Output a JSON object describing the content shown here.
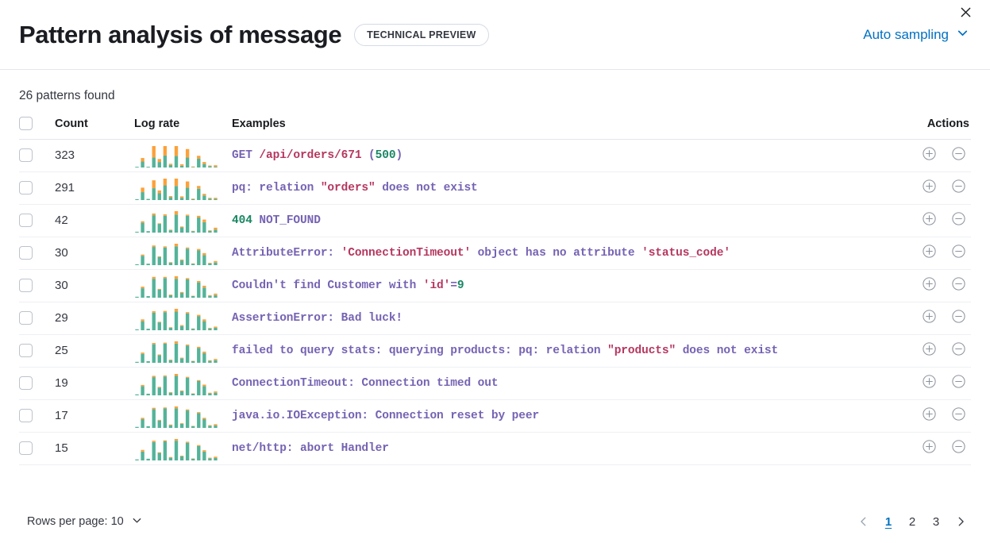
{
  "header": {
    "title": "Pattern analysis of message",
    "badge": "TECHNICAL PREVIEW",
    "sampling_label": "Auto sampling",
    "chevron_icon": "chevron-down-icon",
    "close_icon": "close-icon"
  },
  "summary": {
    "patterns_found": "26 patterns found"
  },
  "table": {
    "columns": {
      "select_all": "",
      "count": "Count",
      "log_rate": "Log rate",
      "examples": "Examples",
      "actions": "Actions"
    },
    "rows": [
      {
        "count": "323",
        "example_plain": "GET /api/orders/671 (500)",
        "tokens": [
          {
            "t": "GET ",
            "c": "p"
          },
          {
            "t": "/api/orders/671",
            "c": "r"
          },
          {
            "t": " (",
            "c": "p"
          },
          {
            "t": "500",
            "c": "g"
          },
          {
            "t": ")",
            "c": "p"
          }
        ],
        "spark": {
          "base": [
            3,
            24,
            3,
            40,
            22,
            48,
            10,
            46,
            7,
            40,
            2,
            35,
            14,
            5,
            3
          ],
          "top": [
            0,
            14,
            0,
            46,
            12,
            38,
            5,
            40,
            6,
            34,
            2,
            12,
            8,
            3,
            6
          ]
        }
      },
      {
        "count": "291",
        "example_plain": "pq: relation \"orders\" does not exist",
        "tokens": [
          {
            "t": "pq: relation ",
            "c": "p"
          },
          {
            "t": "\"orders\"",
            "c": "r"
          },
          {
            "t": " does not exist",
            "c": "p"
          }
        ],
        "spark": {
          "base": [
            3,
            28,
            4,
            42,
            24,
            52,
            10,
            50,
            8,
            44,
            3,
            40,
            16,
            5,
            4
          ],
          "top": [
            0,
            16,
            0,
            28,
            10,
            24,
            4,
            26,
            5,
            22,
            2,
            10,
            6,
            3,
            4
          ]
        }
      },
      {
        "count": "42",
        "example_plain": "404 NOT_FOUND",
        "tokens": [
          {
            "t": "404",
            "c": "g"
          },
          {
            "t": " NOT_FOUND",
            "c": "p"
          }
        ],
        "spark": {
          "base": [
            3,
            34,
            5,
            60,
            30,
            58,
            8,
            62,
            18,
            58,
            5,
            52,
            36,
            6,
            10
          ],
          "top": [
            0,
            5,
            0,
            6,
            2,
            5,
            2,
            12,
            3,
            4,
            1,
            6,
            9,
            2,
            7
          ]
        }
      },
      {
        "count": "30",
        "example_plain": "AttributeError: 'ConnectionTimeout' object has no attribute 'status_code'",
        "tokens": [
          {
            "t": "AttributeError: ",
            "c": "p"
          },
          {
            "t": "'ConnectionTimeout'",
            "c": "r"
          },
          {
            "t": " object has no attribute ",
            "c": "p"
          },
          {
            "t": "'status_code'",
            "c": "r"
          }
        ],
        "spark": {
          "base": [
            3,
            32,
            5,
            62,
            28,
            60,
            8,
            64,
            16,
            56,
            5,
            50,
            34,
            6,
            9
          ],
          "top": [
            0,
            4,
            0,
            5,
            2,
            4,
            2,
            9,
            3,
            4,
            1,
            5,
            7,
            2,
            5
          ]
        }
      },
      {
        "count": "30",
        "example_plain": "Couldn't find Customer with 'id'=9",
        "tokens": [
          {
            "t": "Couldn't find Customer with ",
            "c": "p"
          },
          {
            "t": "'id'",
            "c": "r"
          },
          {
            "t": "=",
            "c": "p"
          },
          {
            "t": "9",
            "c": "g"
          }
        ],
        "spark": {
          "base": [
            3,
            30,
            5,
            60,
            26,
            62,
            8,
            60,
            15,
            58,
            5,
            48,
            32,
            6,
            8
          ],
          "top": [
            0,
            5,
            0,
            6,
            2,
            4,
            2,
            8,
            3,
            4,
            1,
            5,
            6,
            2,
            5
          ]
        }
      },
      {
        "count": "29",
        "example_plain": "AssertionError: Bad luck!",
        "tokens": [
          {
            "t": "AssertionError: Bad luck!",
            "c": "p"
          }
        ],
        "spark": {
          "base": [
            3,
            30,
            5,
            58,
            26,
            60,
            8,
            62,
            14,
            56,
            5,
            46,
            30,
            6,
            8
          ],
          "top": [
            0,
            6,
            0,
            5,
            2,
            4,
            2,
            9,
            3,
            4,
            1,
            5,
            6,
            2,
            4
          ]
        }
      },
      {
        "count": "25",
        "example_plain": "failed to query stats: querying products: pq: relation \"products\" does not exist",
        "tokens": [
          {
            "t": "failed to query stats: querying products: pq: relation ",
            "c": "p"
          },
          {
            "t": "\"products\"",
            "c": "r"
          },
          {
            "t": " does not exist",
            "c": "p"
          }
        ],
        "spark": {
          "base": [
            3,
            28,
            5,
            58,
            24,
            60,
            8,
            60,
            14,
            54,
            5,
            46,
            30,
            6,
            8
          ],
          "top": [
            0,
            4,
            0,
            4,
            2,
            3,
            2,
            7,
            2,
            3,
            1,
            4,
            5,
            2,
            4
          ]
        }
      },
      {
        "count": "19",
        "example_plain": "ConnectionTimeout: Connection timed out",
        "tokens": [
          {
            "t": "ConnectionTimeout: Connection timed out",
            "c": "p"
          }
        ],
        "spark": {
          "base": [
            3,
            28,
            5,
            56,
            24,
            58,
            8,
            60,
            13,
            54,
            5,
            44,
            28,
            6,
            8
          ],
          "top": [
            0,
            4,
            0,
            4,
            2,
            3,
            2,
            6,
            2,
            3,
            1,
            3,
            5,
            2,
            4
          ]
        }
      },
      {
        "count": "17",
        "example_plain": "java.io.IOException: Connection reset by peer",
        "tokens": [
          {
            "t": "java.io.IOException: Connection reset by peer",
            "c": "p"
          }
        ],
        "spark": {
          "base": [
            3,
            26,
            5,
            56,
            22,
            58,
            8,
            58,
            12,
            52,
            5,
            44,
            26,
            6,
            7
          ],
          "top": [
            0,
            4,
            0,
            4,
            2,
            3,
            2,
            6,
            2,
            3,
            1,
            3,
            4,
            2,
            4
          ]
        }
      },
      {
        "count": "15",
        "example_plain": "net/http: abort Handler",
        "tokens": [
          {
            "t": "net/http: abort Handler",
            "c": "p"
          }
        ],
        "spark": {
          "base": [
            3,
            26,
            5,
            54,
            22,
            56,
            8,
            58,
            12,
            52,
            5,
            42,
            26,
            6,
            7
          ],
          "top": [
            0,
            5,
            0,
            4,
            2,
            3,
            2,
            5,
            2,
            3,
            1,
            3,
            4,
            2,
            4
          ]
        }
      }
    ],
    "row_actions": {
      "add_icon": "plus-circle-icon",
      "remove_icon": "minus-circle-icon"
    }
  },
  "footer": {
    "rows_per_page_label": "Rows per page: 10",
    "rows_per_page_icon": "chevron-down-icon",
    "prev_icon": "chevron-left-icon",
    "next_icon": "chevron-right-icon",
    "pages": [
      "1",
      "2",
      "3"
    ],
    "active_page": "1"
  },
  "colors": {
    "accent_link": "#0071c2",
    "spark_base": "#54b399",
    "spark_top": "#fca13a",
    "token_purple": "#7663b3",
    "token_red": "#b5375f",
    "token_green": "#1a8764"
  }
}
